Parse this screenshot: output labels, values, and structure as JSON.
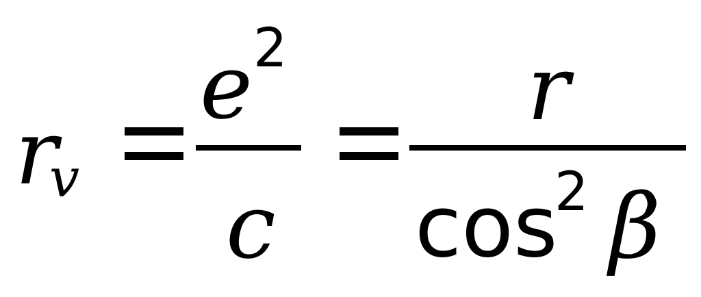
{
  "formula": {
    "lhs": {
      "symbol": "r",
      "subscript": "v"
    },
    "equals_1": "=",
    "frac1": {
      "numerator_base": "e",
      "numerator_exponent": "2",
      "denominator": "c"
    },
    "equals_2": "=",
    "frac2": {
      "numerator": "r",
      "denominator_func": "cos",
      "denominator_exponent": "2",
      "denominator_symbol": "β"
    }
  }
}
